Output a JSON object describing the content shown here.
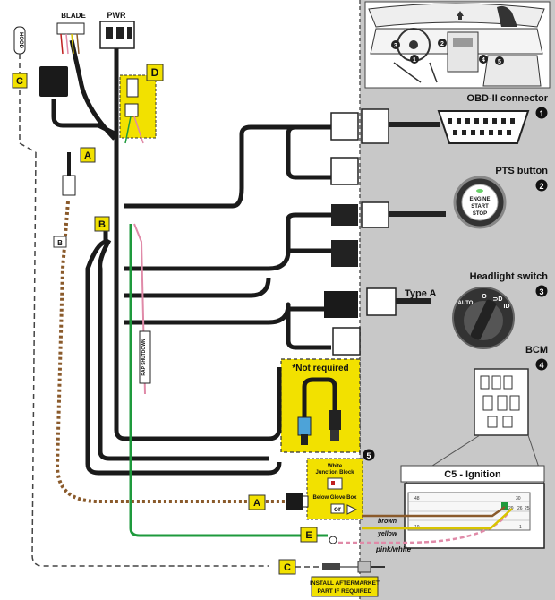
{
  "harness": {
    "blade_label": "BLADE",
    "pwr_label": "PWR",
    "hood_label": "HOOD",
    "rap_label": "RAP SHUTDOWN",
    "callouts": {
      "a": "A",
      "b": "B",
      "c": "C",
      "d": "D",
      "e": "E"
    }
  },
  "vehicle": {
    "locations": [
      {
        "number": "1",
        "title": "OBD-II connector"
      },
      {
        "number": "2",
        "title": "PTS button"
      },
      {
        "number": "3",
        "title": "Headlight switch"
      },
      {
        "number": "4",
        "title": "BCM"
      },
      {
        "number": "5",
        "title": ""
      }
    ],
    "dash_markers": [
      "1",
      "2",
      "3",
      "4",
      "5"
    ],
    "pts_button_lines": [
      "ENGINE",
      "START",
      "STOP"
    ],
    "headlight_positions": [
      "AUTO",
      "O",
      "⊃D",
      "ID"
    ],
    "type_a_label": "Type A",
    "c5_title": "C5 - Ignition",
    "pin_numbers": [
      "48",
      "30",
      "29",
      "26",
      "25",
      "1",
      "19"
    ]
  },
  "not_required": {
    "title": "*Not required"
  },
  "junction": {
    "line1": "White",
    "line2": "Junction Block",
    "line3": "Below Glove Box",
    "or_label": "or"
  },
  "wires": {
    "brown": "brown",
    "yellow": "yellow",
    "pink_white": "pink/white"
  },
  "aftermarket": {
    "line1": "INSTALL AFTERMARKET",
    "line2": "PART IF REQUIRED"
  },
  "colors": {
    "panel_gray": "#c8c8c8",
    "callout_yellow": "#f2e100",
    "harness_black": "#1a1a1a",
    "wire_green": "#1e9a3c",
    "wire_brown": "#8a5a2b",
    "wire_yellow": "#d8c400",
    "wire_pink": "#e08aa8"
  }
}
